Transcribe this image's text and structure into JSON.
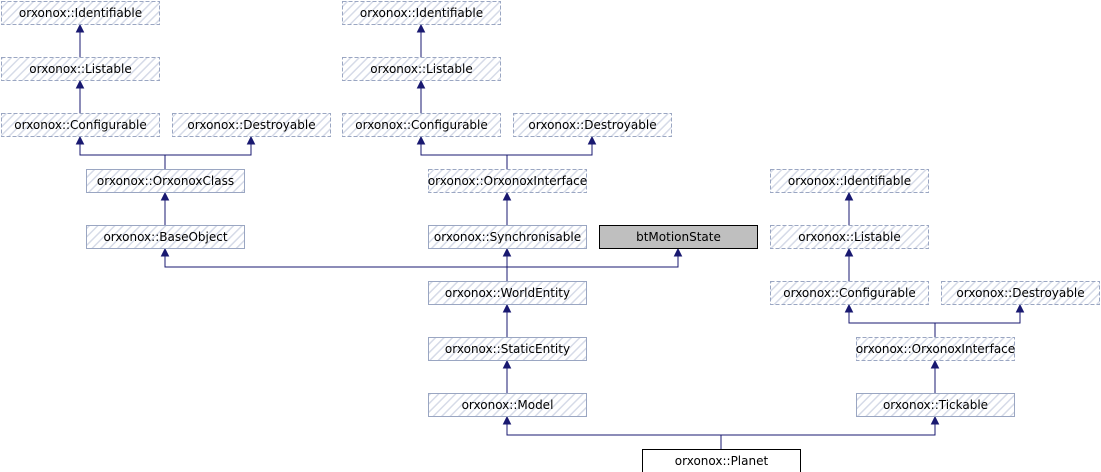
{
  "diagram": {
    "kind": "class inheritance graph",
    "colors": {
      "edge": "#191970",
      "node_border_external": "#9aa6c2",
      "node_border_class": "#9aa6c2",
      "node_fill_class": "#ffffff",
      "node_hatch": "#d6dbe8",
      "node_fill_builtin": "#bfbfbf",
      "node_border_builtin": "#000000",
      "node_fill_current": "#ffffff",
      "node_border_current": "#000000"
    },
    "nodes": [
      {
        "id": "identifiable_a",
        "label": "orxonox::Identifiable",
        "style": "external"
      },
      {
        "id": "listable_a",
        "label": "orxonox::Listable",
        "style": "external"
      },
      {
        "id": "configurable_a",
        "label": "orxonox::Configurable",
        "style": "external"
      },
      {
        "id": "destroyable_a",
        "label": "orxonox::Destroyable",
        "style": "external"
      },
      {
        "id": "orxonoxclass",
        "label": "orxonox::OrxonoxClass",
        "style": "class"
      },
      {
        "id": "baseobject",
        "label": "orxonox::BaseObject",
        "style": "class"
      },
      {
        "id": "identifiable_b",
        "label": "orxonox::Identifiable",
        "style": "external"
      },
      {
        "id": "listable_b",
        "label": "orxonox::Listable",
        "style": "external"
      },
      {
        "id": "configurable_b",
        "label": "orxonox::Configurable",
        "style": "external"
      },
      {
        "id": "destroyable_b",
        "label": "orxonox::Destroyable",
        "style": "external"
      },
      {
        "id": "orxonoxinterface_b",
        "label": "orxonox::OrxonoxInterface",
        "style": "external"
      },
      {
        "id": "synchronisable",
        "label": "orxonox::Synchronisable",
        "style": "class"
      },
      {
        "id": "btmotionstate",
        "label": "btMotionState",
        "style": "builtin"
      },
      {
        "id": "worldentity",
        "label": "orxonox::WorldEntity",
        "style": "class"
      },
      {
        "id": "staticentity",
        "label": "orxonox::StaticEntity",
        "style": "class"
      },
      {
        "id": "model",
        "label": "orxonox::Model",
        "style": "class"
      },
      {
        "id": "identifiable_c",
        "label": "orxonox::Identifiable",
        "style": "external"
      },
      {
        "id": "listable_c",
        "label": "orxonox::Listable",
        "style": "external"
      },
      {
        "id": "configurable_c",
        "label": "orxonox::Configurable",
        "style": "external"
      },
      {
        "id": "destroyable_c",
        "label": "orxonox::Destroyable",
        "style": "external"
      },
      {
        "id": "orxonoxinterface_c",
        "label": "orxonox::OrxonoxInterface",
        "style": "external"
      },
      {
        "id": "tickable",
        "label": "orxonox::Tickable",
        "style": "class"
      },
      {
        "id": "planet",
        "label": "orxonox::Planet",
        "style": "current"
      }
    ],
    "edges": [
      {
        "from": "listable_a",
        "to": "identifiable_a"
      },
      {
        "from": "configurable_a",
        "to": "listable_a"
      },
      {
        "from": "orxonoxclass",
        "to": "configurable_a"
      },
      {
        "from": "orxonoxclass",
        "to": "destroyable_a"
      },
      {
        "from": "baseobject",
        "to": "orxonoxclass"
      },
      {
        "from": "listable_b",
        "to": "identifiable_b"
      },
      {
        "from": "configurable_b",
        "to": "listable_b"
      },
      {
        "from": "orxonoxinterface_b",
        "to": "configurable_b"
      },
      {
        "from": "orxonoxinterface_b",
        "to": "destroyable_b"
      },
      {
        "from": "synchronisable",
        "to": "orxonoxinterface_b"
      },
      {
        "from": "worldentity",
        "to": "baseobject"
      },
      {
        "from": "worldentity",
        "to": "synchronisable"
      },
      {
        "from": "worldentity",
        "to": "btmotionstate"
      },
      {
        "from": "staticentity",
        "to": "worldentity"
      },
      {
        "from": "model",
        "to": "staticentity"
      },
      {
        "from": "listable_c",
        "to": "identifiable_c"
      },
      {
        "from": "configurable_c",
        "to": "listable_c"
      },
      {
        "from": "orxonoxinterface_c",
        "to": "configurable_c"
      },
      {
        "from": "orxonoxinterface_c",
        "to": "destroyable_c"
      },
      {
        "from": "tickable",
        "to": "orxonoxinterface_c"
      },
      {
        "from": "planet",
        "to": "model"
      },
      {
        "from": "planet",
        "to": "tickable"
      }
    ]
  }
}
